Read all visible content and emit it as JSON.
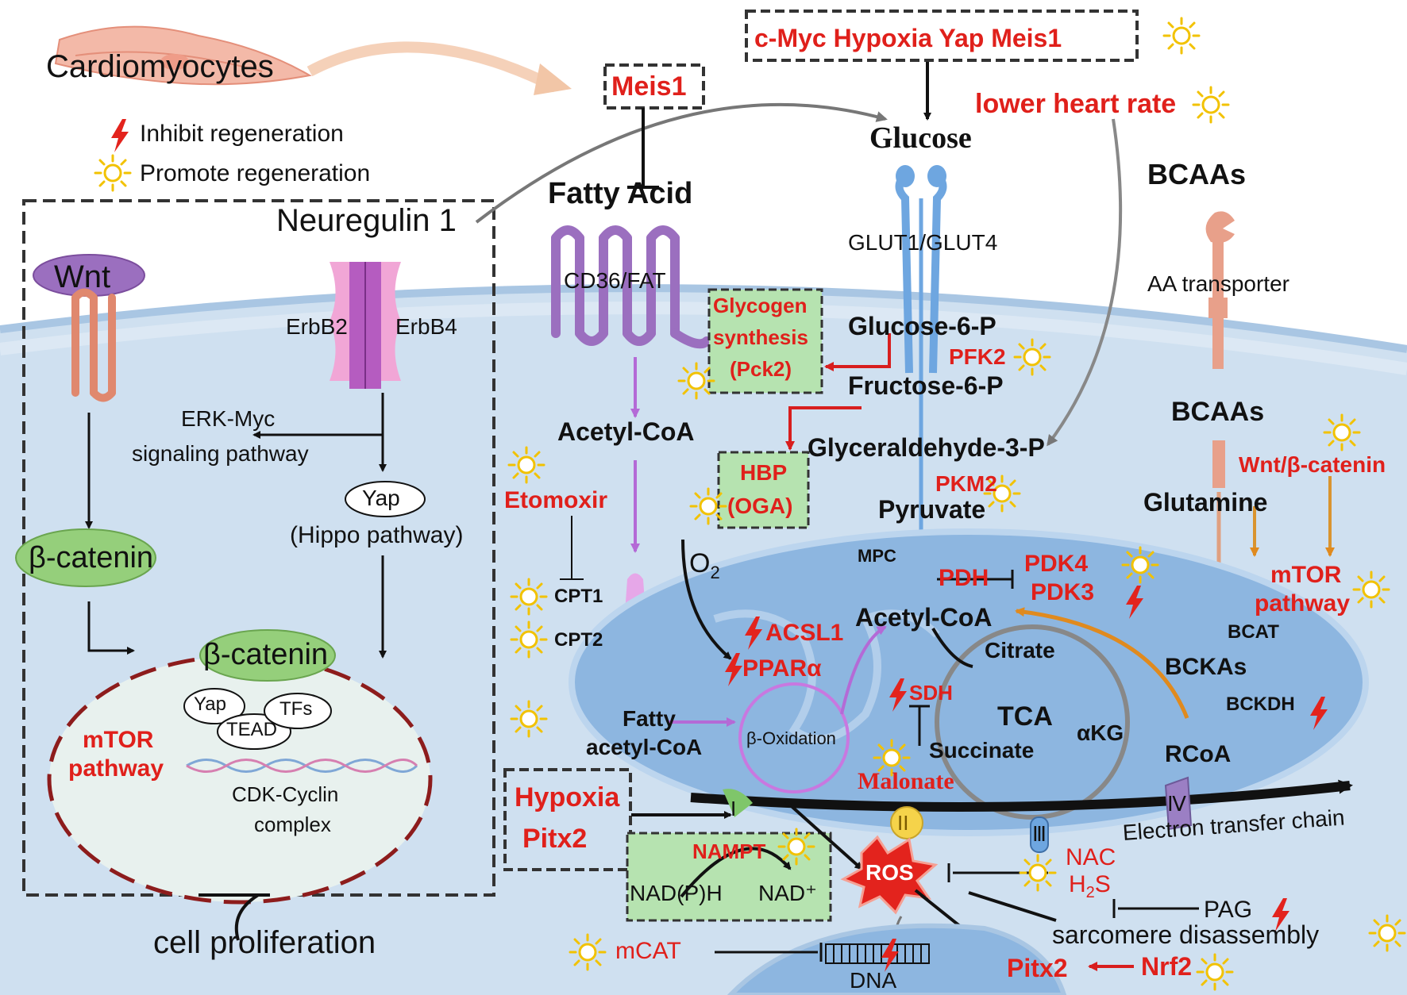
{
  "legend": {
    "cell_title": "Cardiomyocytes",
    "inhibit": "Inhibit regeneration",
    "promote": "Promote regeneration"
  },
  "top": {
    "meis1_box": "Meis1",
    "myc_box": "c-Myc Hypoxia Yap Meis1",
    "lower_heart_rate": "lower heart rate",
    "glucose": "Glucose",
    "fatty_acid": "Fatty Acid",
    "bcaas": "BCAAs"
  },
  "left_panel": {
    "neuregulin": "Neuregulin 1",
    "wnt": "Wnt",
    "erbb2": "ErbB2",
    "erbb4": "ErbB4",
    "erk_line1": "ERK-Myc",
    "erk_line2": "signaling pathway",
    "yap": "Yap",
    "hippo": "(Hippo pathway)",
    "beta_catenin": "β-catenin",
    "nuc_beta_catenin": "β-catenin",
    "nuc_yap": "Yap",
    "tead": "TEAD",
    "tfs": "TFs",
    "mtor_line1": "mTOR",
    "mtor_line2": "pathway",
    "cdk_line1": "CDK-Cyclin",
    "cdk_line2": "complex",
    "proliferation": "cell proliferation"
  },
  "fatty_acid_path": {
    "cd36": "CD36/FAT",
    "acetyl_coa": "Acetyl-CoA",
    "etomoxir": "Etomoxir",
    "cpt1": "CPT1",
    "cpt2": "CPT2",
    "fatty_acyl_line1": "Fatty",
    "fatty_acyl_line2": "acetyl-CoA",
    "beta_oxidation": "β-Oxidation",
    "acsl1": "ACSL1",
    "ppara": "PPARα",
    "o2": "O",
    "o2_sub": "2"
  },
  "glucose_path": {
    "glut": "GLUT1/GLUT4",
    "glycogen_line1": "Glycogen",
    "glycogen_line2": "synthesis",
    "glycogen_line3": "(Pck2)",
    "g6p": "Glucose-6-P",
    "pfk2": "PFK2",
    "f6p": "Fructose-6-P",
    "hbp_line1": "HBP",
    "hbp_line2": "(OGA)",
    "g3p": "Glyceraldehyde-3-P",
    "pkm2": "PKM2",
    "pyruvate": "Pyruvate",
    "mpc": "MPC",
    "pdh": "PDH",
    "pdk4": "PDK4",
    "pdk3": "PDK3"
  },
  "mito": {
    "acetyl_coa": "Acetyl-CoA",
    "citrate": "Citrate",
    "sdh": "SDH",
    "tca": "TCA",
    "akg": "αKG",
    "succinate": "Succinate",
    "malonate": "Malonate",
    "complex_i": "I",
    "complex_ii": "II",
    "complex_iii": "Ⅲ",
    "complex_iv": "Ⅳ",
    "etc": "Electron transfer chain",
    "hypoxia": "Hypoxia",
    "pitx2": "Pitx2",
    "nampt": "NAMPT",
    "nadph": "NAD(P)H",
    "nad": "NAD⁺"
  },
  "bcaa_path": {
    "aa_transporter": "AA transporter",
    "bcaas": "BCAAs",
    "glutamine": "Glutamine",
    "wnt_beta": "Wnt/β-catenin",
    "mtor_line1": "mTOR",
    "mtor_line2": "pathway",
    "bcat": "BCAT",
    "bckas": "BCKAs",
    "bckdh": "BCKDH",
    "rcoa": "RCoA"
  },
  "ros": {
    "ros": "ROS",
    "nac": "NAC",
    "h2s": "H",
    "h2s_sub": "2",
    "h2s_s": "S",
    "pag": "PAG",
    "sarcomere": "sarcomere disassembly",
    "mcat": "mCAT",
    "dna": "DNA",
    "pitx2": "Pitx2",
    "nrf2": "Nrf2"
  },
  "colors": {
    "red_label": "#e0201b",
    "cell_blue": "#cfe0f0",
    "mito_blue": "#8db6e0",
    "green_box": "#b6e3b0",
    "arrow_orange": "#e08a1e",
    "arrow_purple": "#b46ad6"
  }
}
